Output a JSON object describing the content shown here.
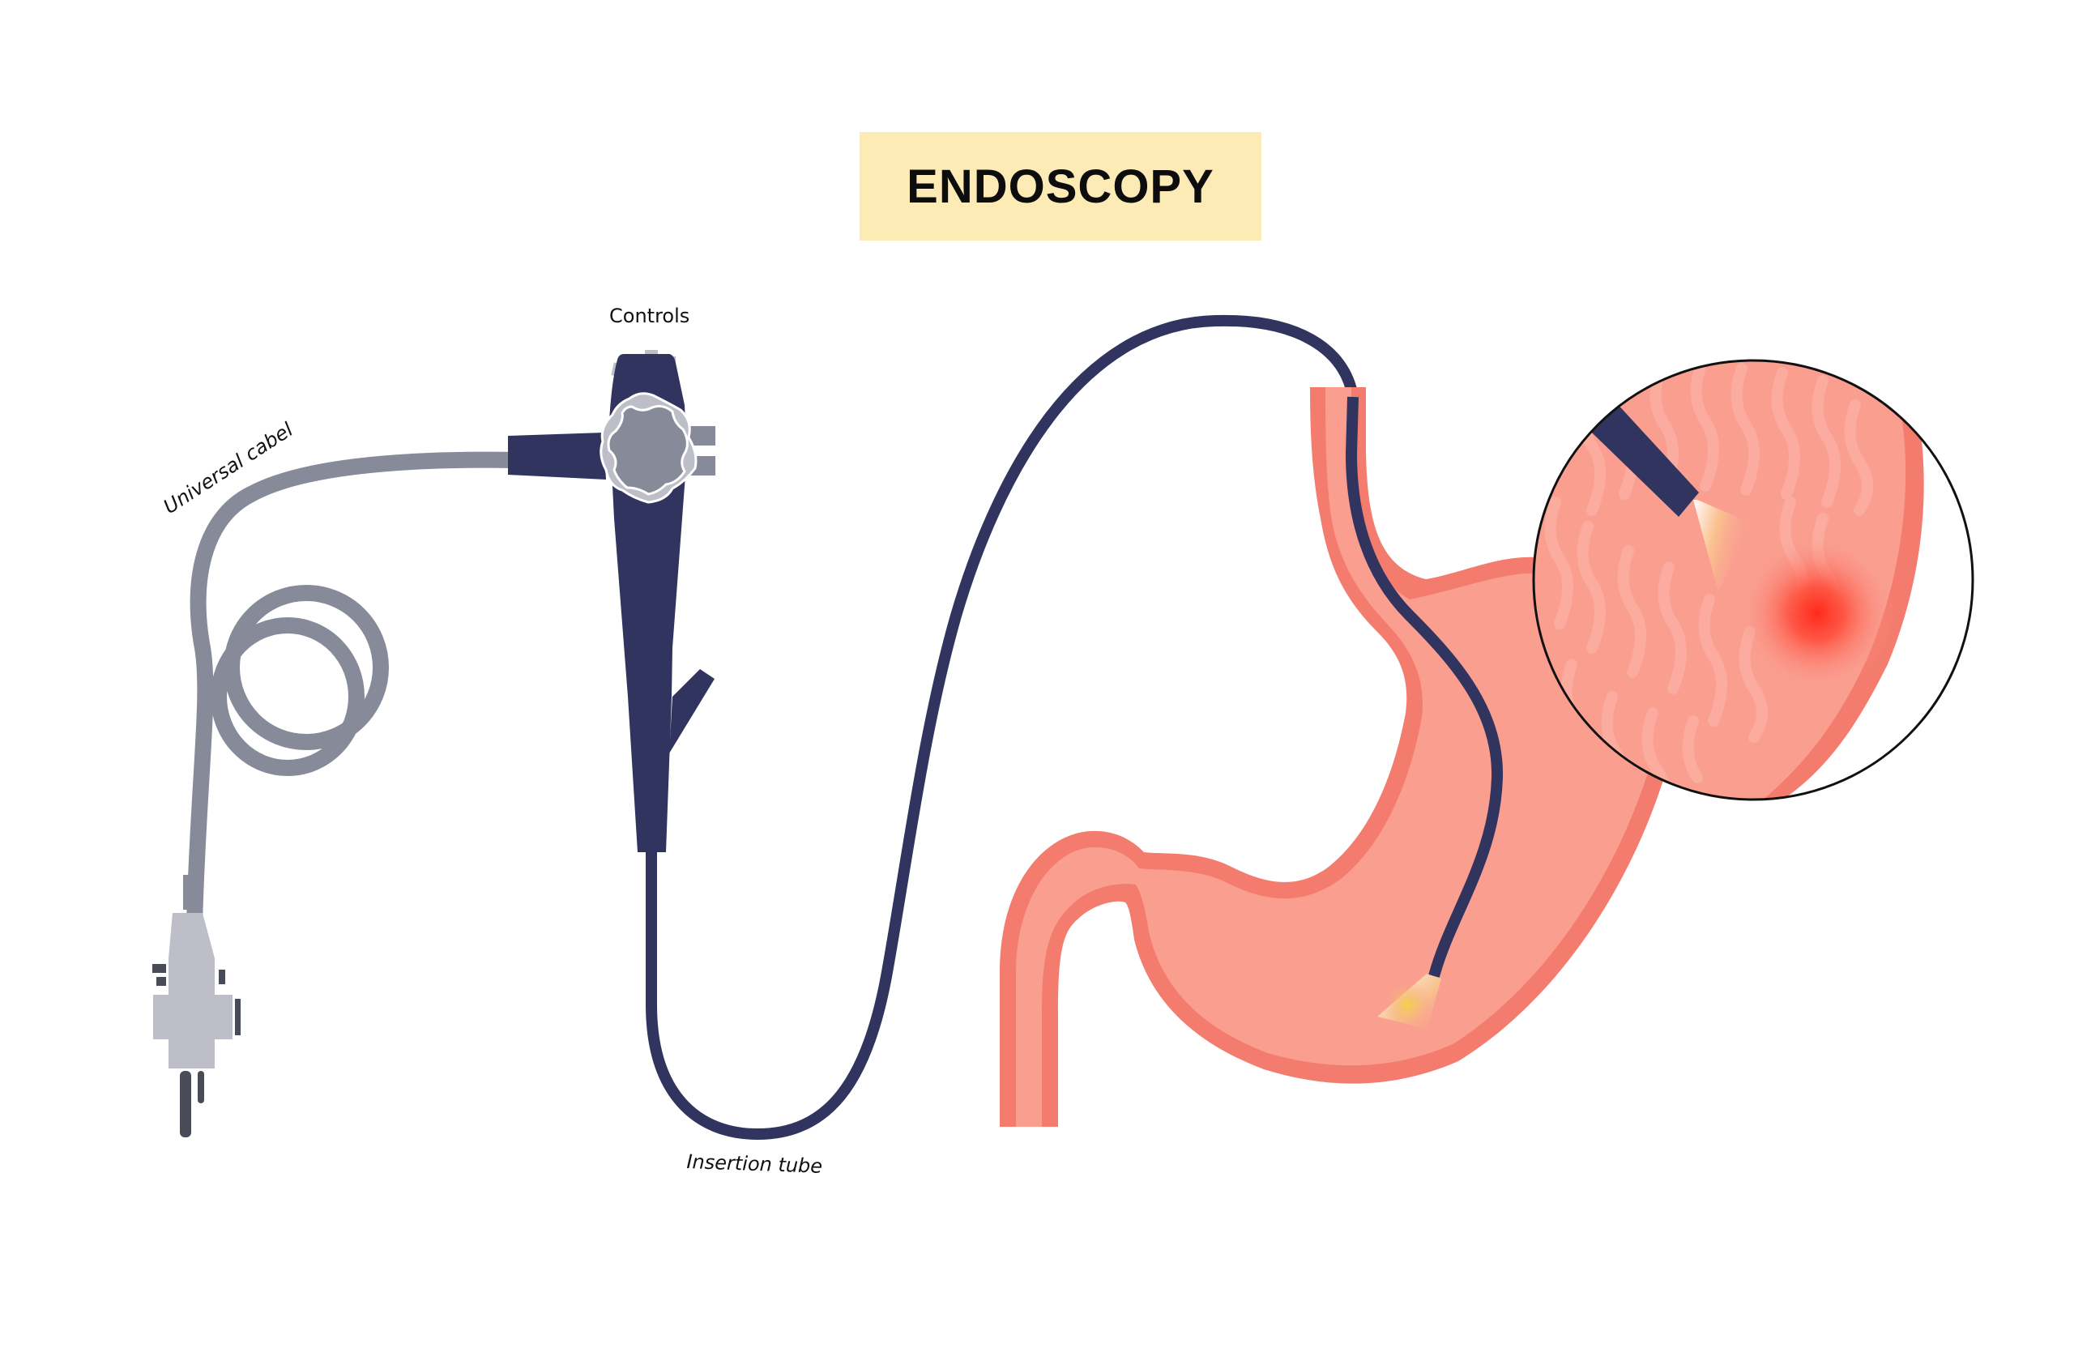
{
  "title": "ENDOSCOPY",
  "labels": {
    "controls": "Controls",
    "universal_cable": "Universal cabel",
    "insertion_tube": "Insertion tube"
  },
  "components": [
    {
      "id": "connector-plug",
      "description": "light source connector plug"
    },
    {
      "id": "universal-cable",
      "description": "coiled gray universal cable"
    },
    {
      "id": "control-handle",
      "description": "navy control body with angulation wheel"
    },
    {
      "id": "insertion-tube",
      "description": "navy flexible insertion tube"
    },
    {
      "id": "esophagus",
      "description": "esophagus with inserted tube"
    },
    {
      "id": "stomach",
      "description": "stomach with duodenum"
    },
    {
      "id": "scope-tip-light",
      "description": "yellow light beam at distal tip"
    },
    {
      "id": "magnifier-inset",
      "description": "circular zoomed view of stomach mucosa with red lesion"
    }
  ],
  "colors": {
    "title_bg": "#FDEBB6",
    "navy": "#30345E",
    "cable_gray": "#868A99",
    "light_gray": "#BDBEC8",
    "pin_dark": "#4A4B58",
    "wall_outer": "#F47C6E",
    "wall_inner": "#FA9E90",
    "mucosa_light": "#FCAEA2",
    "lesion_red": "#FF2A1A",
    "light_yellow": "#F2D24A"
  }
}
